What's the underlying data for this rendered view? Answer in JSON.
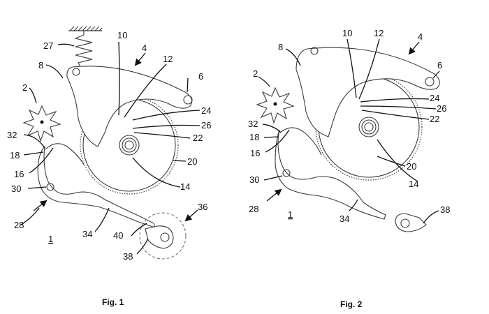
{
  "figures": [
    {
      "caption": "Fig. 1",
      "assembly_ref": "1",
      "labels": [
        "27",
        "10",
        "4",
        "8",
        "12",
        "6",
        "2",
        "24",
        "26",
        "22",
        "32",
        "18",
        "16",
        "20",
        "30",
        "14",
        "36",
        "28",
        "34",
        "40",
        "38"
      ]
    },
    {
      "caption": "Fig. 2",
      "assembly_ref": "1",
      "labels": [
        "10",
        "12",
        "4",
        "8",
        "6",
        "2",
        "24",
        "26",
        "22",
        "32",
        "18",
        "16",
        "20",
        "30",
        "14",
        "28",
        "34",
        "38"
      ]
    }
  ]
}
